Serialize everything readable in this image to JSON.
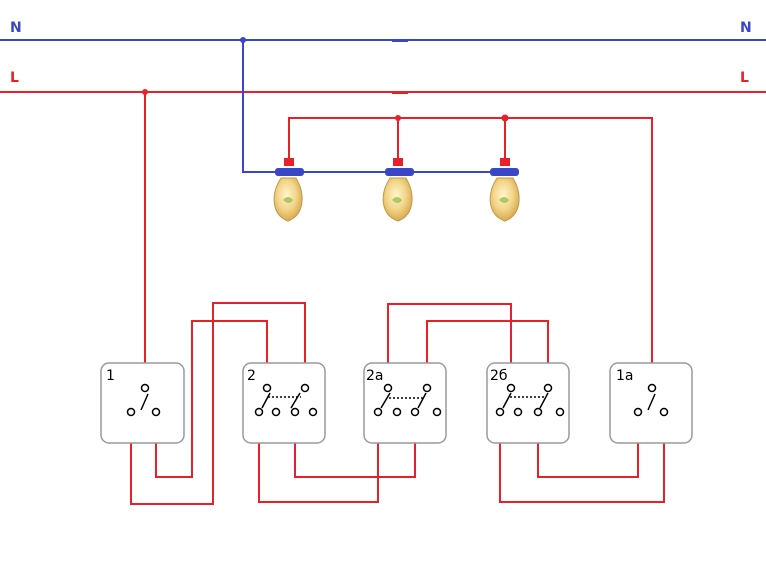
{
  "lines": {
    "neutral_label": "N",
    "live_label": "L"
  },
  "colors": {
    "live": "#e8202a",
    "neutral": "#3a46c8",
    "bulb": "#f2d68a"
  },
  "switches": [
    {
      "label": "1"
    },
    {
      "label": "2"
    },
    {
      "label": "2a"
    },
    {
      "label": "2б"
    },
    {
      "label": "1a"
    }
  ],
  "lamps": [
    {
      "icon": "light-bulb-icon"
    },
    {
      "icon": "light-bulb-icon"
    },
    {
      "icon": "light-bulb-icon"
    }
  ]
}
